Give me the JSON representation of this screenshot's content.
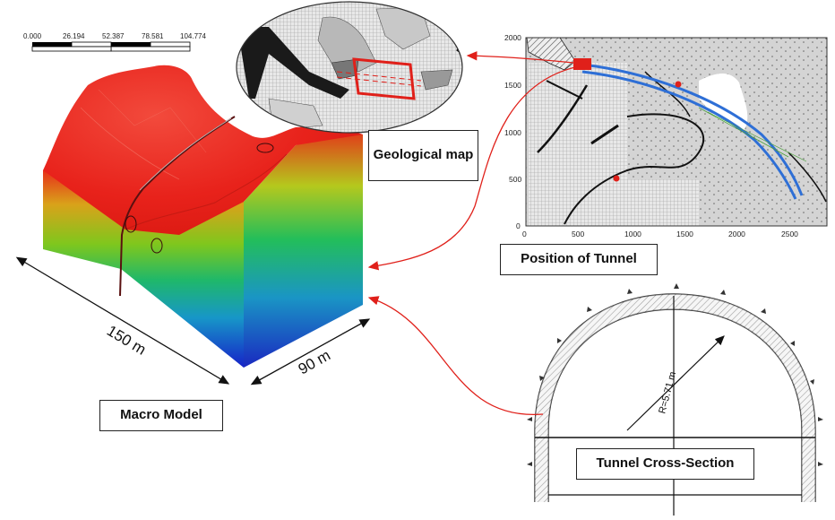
{
  "labels": {
    "geological_map": "Geological map",
    "position_of_tunnel": "Position of Tunnel",
    "macro_model": "Macro Model",
    "tunnel_cross_section": "Tunnel Cross-Section",
    "radius": "R=5.71 m",
    "length_dim": "150 m",
    "width_dim": "90 m"
  },
  "scale_bar": {
    "ticks": [
      "0.000",
      "26.194",
      "52.387",
      "78.581",
      "104.774"
    ]
  },
  "tunnel_plot": {
    "x_ticks": [
      "0",
      "500",
      "1000",
      "1500",
      "2000",
      "2500"
    ],
    "y_ticks": [
      "2000",
      "1500",
      "1000",
      "500",
      "0"
    ]
  },
  "colors": {
    "annotation_red": "#e0201a",
    "tunnel_blue": "#2e6fd6",
    "model_top": "#e8221b"
  }
}
